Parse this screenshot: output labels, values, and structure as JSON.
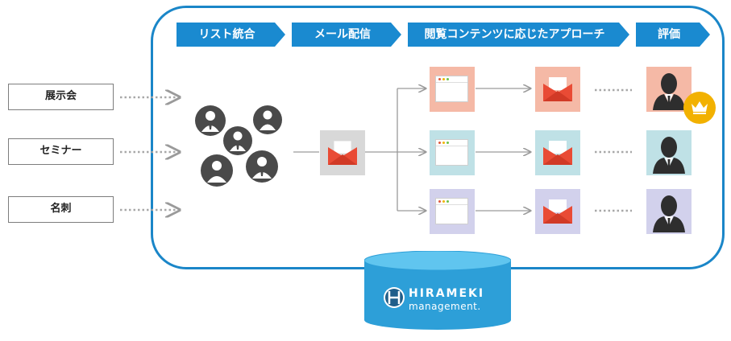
{
  "steps": [
    "リスト統合",
    "メール配信",
    "閲覧コンテンツに応じたアプローチ",
    "評価"
  ],
  "sources": [
    "展示会",
    "セミナー",
    "名刺"
  ],
  "database": {
    "brand": "HIRAMEKI",
    "sub": "management."
  },
  "colors": {
    "frame": "#1a86c8",
    "step": "#1a8ad0",
    "row1": "#f5b9a6",
    "row2": "#bfe1e6",
    "row3": "#d2d1ec",
    "envelope": "#e94b35",
    "crown": "#f2b100",
    "database": "#2d9fd8"
  },
  "icons": [
    "person-icon",
    "envelope-icon",
    "browser-window-icon",
    "crown-icon",
    "database-icon"
  ]
}
